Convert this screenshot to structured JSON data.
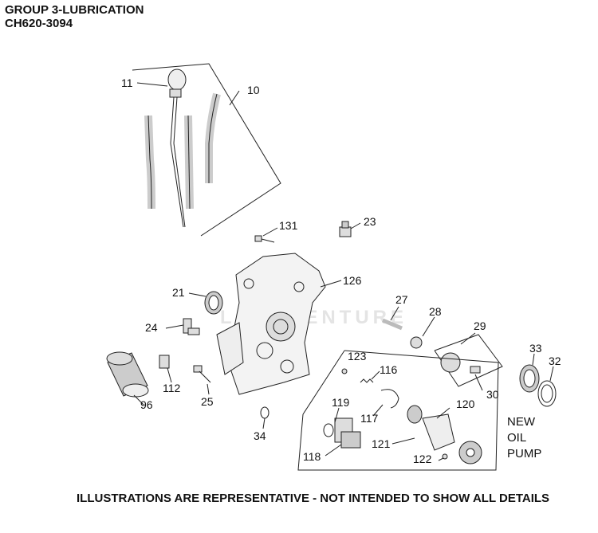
{
  "header": {
    "group_title": "GROUP 3-LUBRICATION",
    "model": "CH620-3094"
  },
  "callouts": [
    "11",
    "10",
    "131",
    "23",
    "126",
    "21",
    "27",
    "28",
    "29",
    "24",
    "123",
    "116",
    "33",
    "32",
    "112",
    "25",
    "96",
    "30",
    "119",
    "120",
    "117",
    "34",
    "121",
    "118",
    "122"
  ],
  "note": {
    "line1": "NEW",
    "line2": "OIL",
    "line3": "PUMP"
  },
  "footer": "ILLUSTRATIONS ARE REPRESENTATIVE - NOT INTENDED TO SHOW ALL DETAILS",
  "watermark": "LEADVENTURE",
  "colors": {
    "line": "#222222",
    "fill_light": "#eeeeee",
    "fill_mid": "#cccccc"
  }
}
